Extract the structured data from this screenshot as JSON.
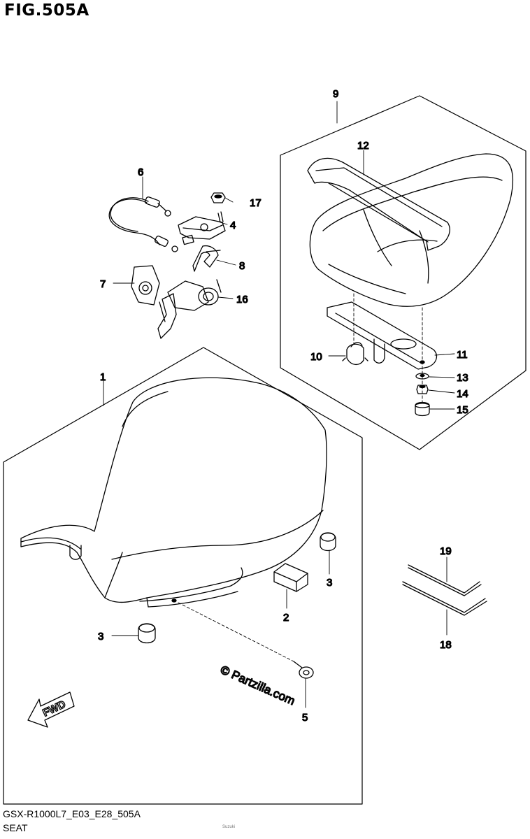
{
  "figure": {
    "title": "FIG.505A",
    "code": "GSX-R1000L7_E03_E28_505A",
    "name": "SEAT",
    "fwd_label": "FWD",
    "watermark": "© Partzilla.com",
    "tiny_text": "Suzuki"
  },
  "callouts": {
    "c1": "1",
    "c2": "2",
    "c3a": "3",
    "c3b": "3",
    "c4": "4",
    "c5": "5",
    "c6": "6",
    "c7": "7",
    "c8": "8",
    "c9": "9",
    "c10": "10",
    "c11": "11",
    "c12": "12",
    "c13": "13",
    "c14": "14",
    "c15": "15",
    "c16": "16",
    "c17": "17",
    "c18": "18",
    "c19": "19"
  },
  "colors": {
    "line": "#000000",
    "background": "#ffffff"
  }
}
